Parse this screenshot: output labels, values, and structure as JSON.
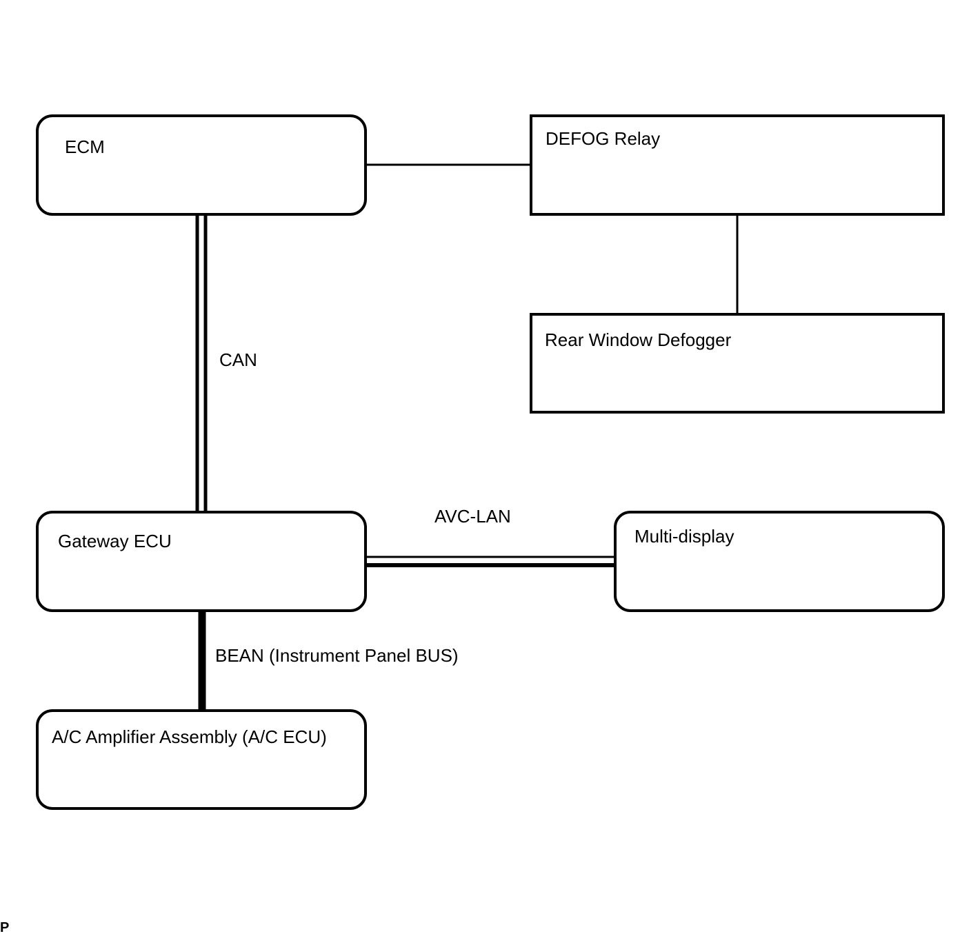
{
  "diagram": {
    "nodes": {
      "ecm": {
        "label": "ECM"
      },
      "defog_relay": {
        "label": "DEFOG Relay"
      },
      "rear_window_defogger": {
        "label": "Rear Window Defogger"
      },
      "gateway_ecu": {
        "label": "Gateway ECU"
      },
      "multi_display": {
        "label": "Multi-display"
      },
      "ac_amplifier": {
        "label": "A/C Amplifier Assembly (A/C ECU)"
      }
    },
    "connections": {
      "ecm_defog": {
        "from": "ECM",
        "to": "DEFOG Relay",
        "label": ""
      },
      "defog_rear": {
        "from": "DEFOG Relay",
        "to": "Rear Window Defogger",
        "label": ""
      },
      "can": {
        "from": "ECM",
        "to": "Gateway ECU",
        "label": "CAN"
      },
      "avc_lan": {
        "from": "Gateway ECU",
        "to": "Multi-display",
        "label": "AVC-LAN"
      },
      "bean": {
        "from": "Gateway ECU",
        "to": "A/C Amplifier Assembly (A/C ECU)",
        "label": "BEAN (Instrument Panel BUS)"
      }
    },
    "corner_mark": "P"
  }
}
